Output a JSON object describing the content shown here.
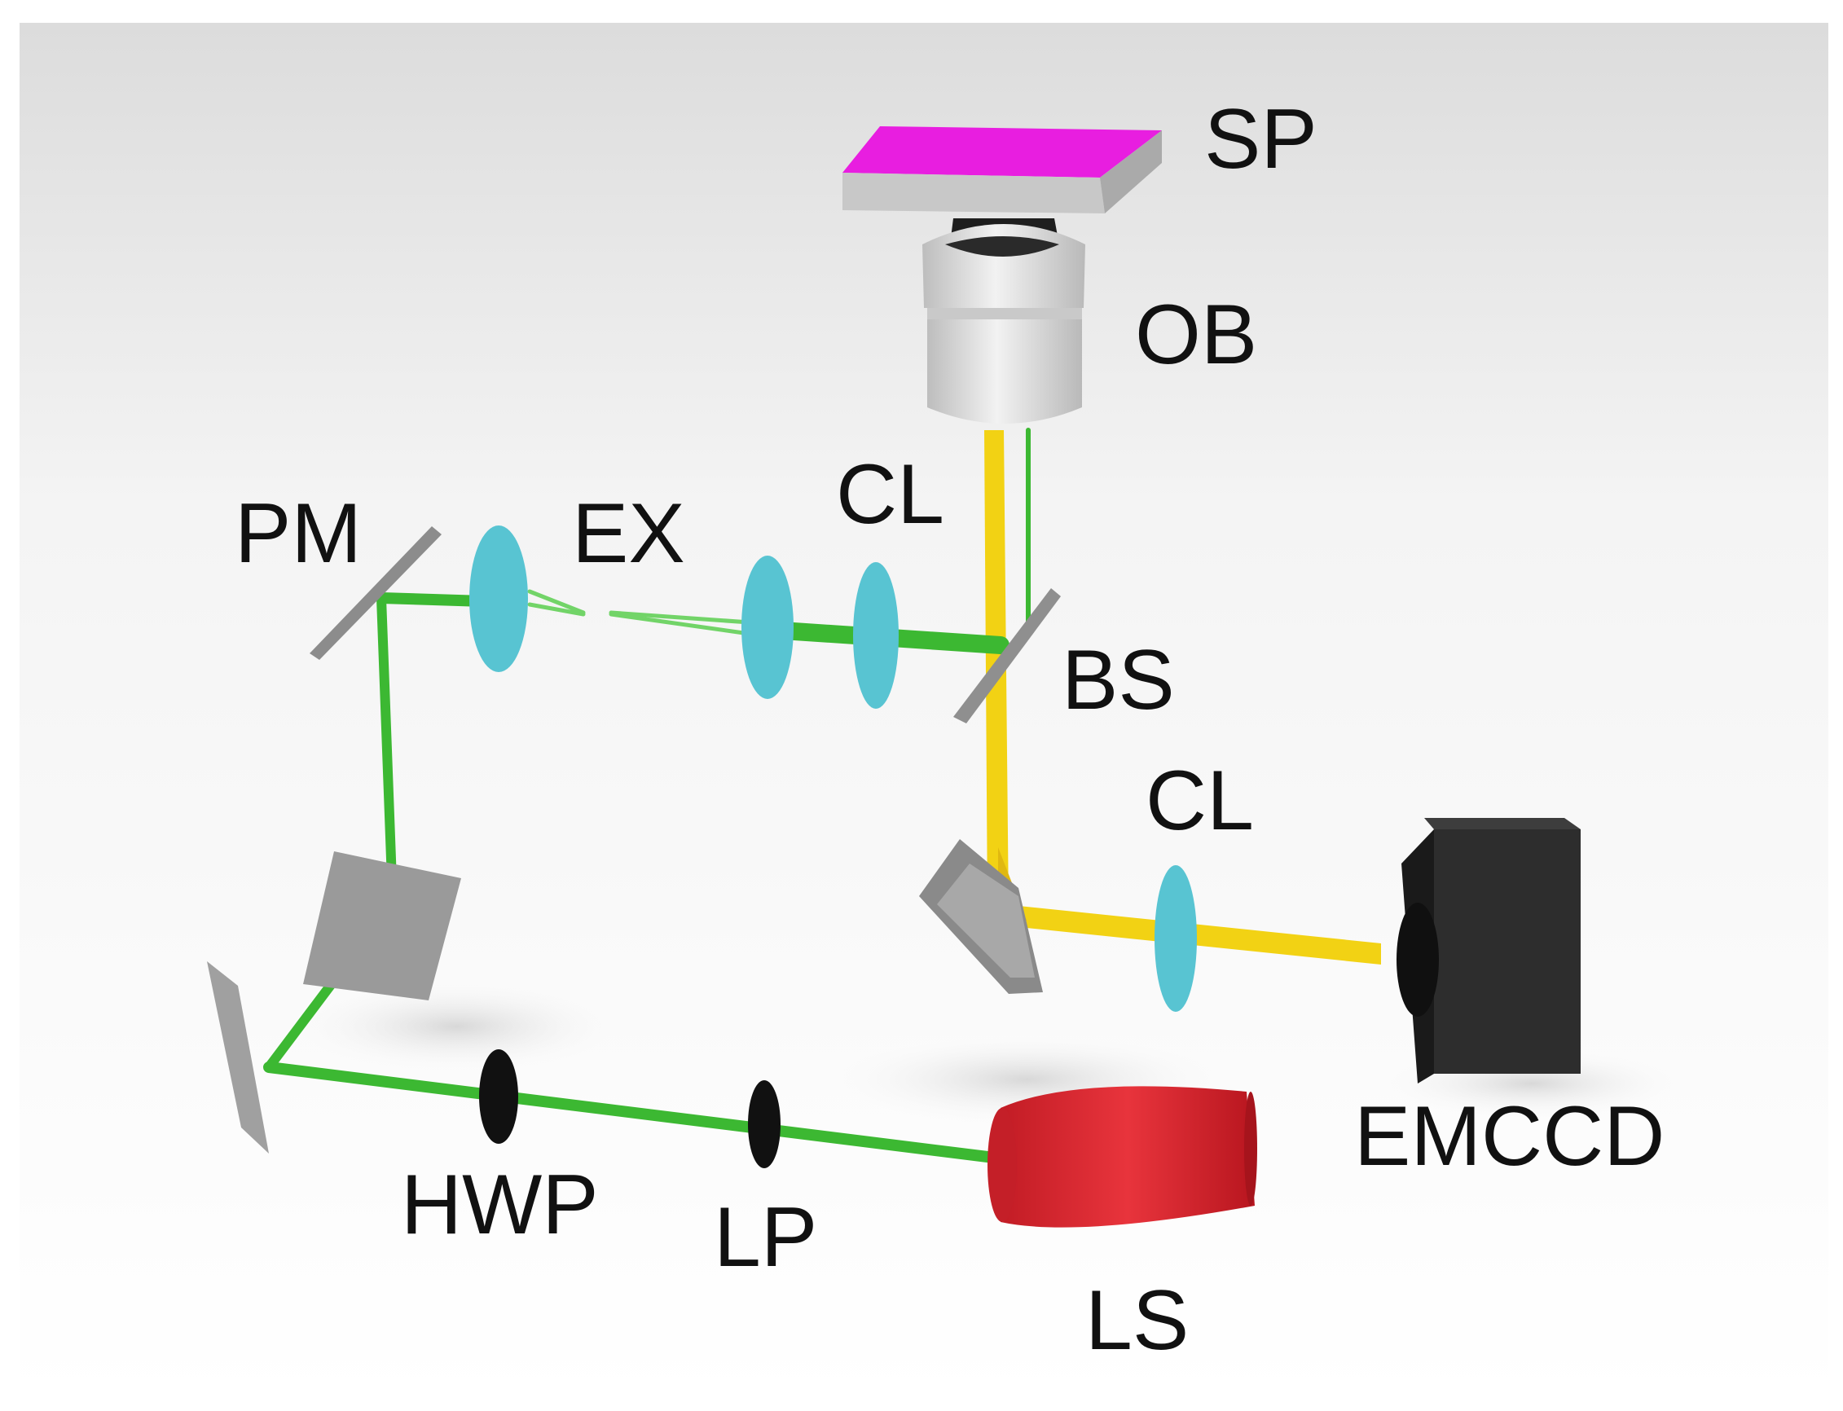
{
  "labels": {
    "sp": "SP",
    "ob": "OB",
    "pm": "PM",
    "ex": "EX",
    "cl_top": "CL",
    "bs": "BS",
    "cl_right": "CL",
    "emccd": "EMCCD",
    "hwp": "HWP",
    "lp": "LP",
    "ls": "LS"
  },
  "colors": {
    "excitation_beam": "#3cb832",
    "emission_beam": "#f2d214",
    "lens": "#58c4d2",
    "mirror": "#9a9a9a",
    "sample": "#e81ee0",
    "laser_source": "#d9252e",
    "camera": "#2a2a2a",
    "plate": "#111111"
  }
}
